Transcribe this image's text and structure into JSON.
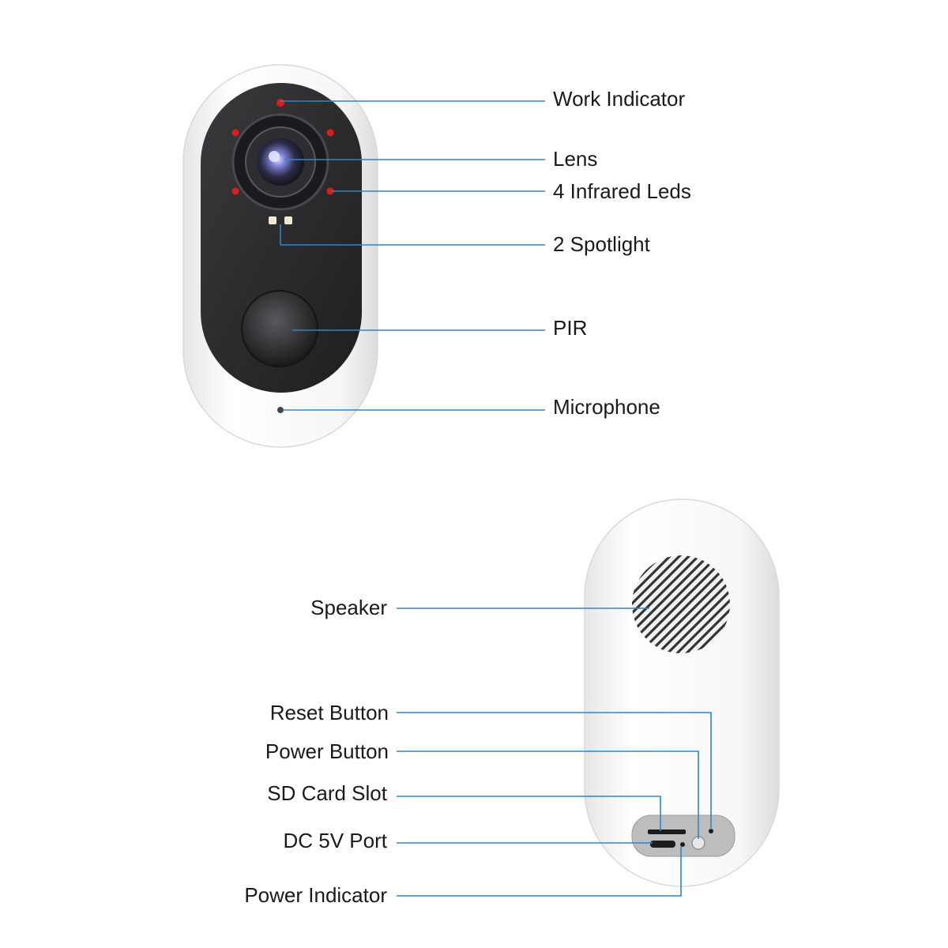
{
  "front_labels": {
    "work_indicator": "Work Indicator",
    "lens": "Lens",
    "infrared_leds": "4 Infrared Leds",
    "spotlight": "2 Spotlight",
    "pir": "PIR",
    "microphone": "Microphone"
  },
  "back_labels": {
    "speaker": "Speaker",
    "reset_button": "Reset Button",
    "power_button": "Power Button",
    "sd_card_slot": "SD Card Slot",
    "dc_port": "DC 5V Port",
    "power_indicator": "Power Indicator"
  },
  "colors": {
    "leader_line": "#2f86c9",
    "camera_body": "#f4f4f4",
    "camera_face": "#2a2a2c",
    "ir_led": "#e01b1b"
  }
}
